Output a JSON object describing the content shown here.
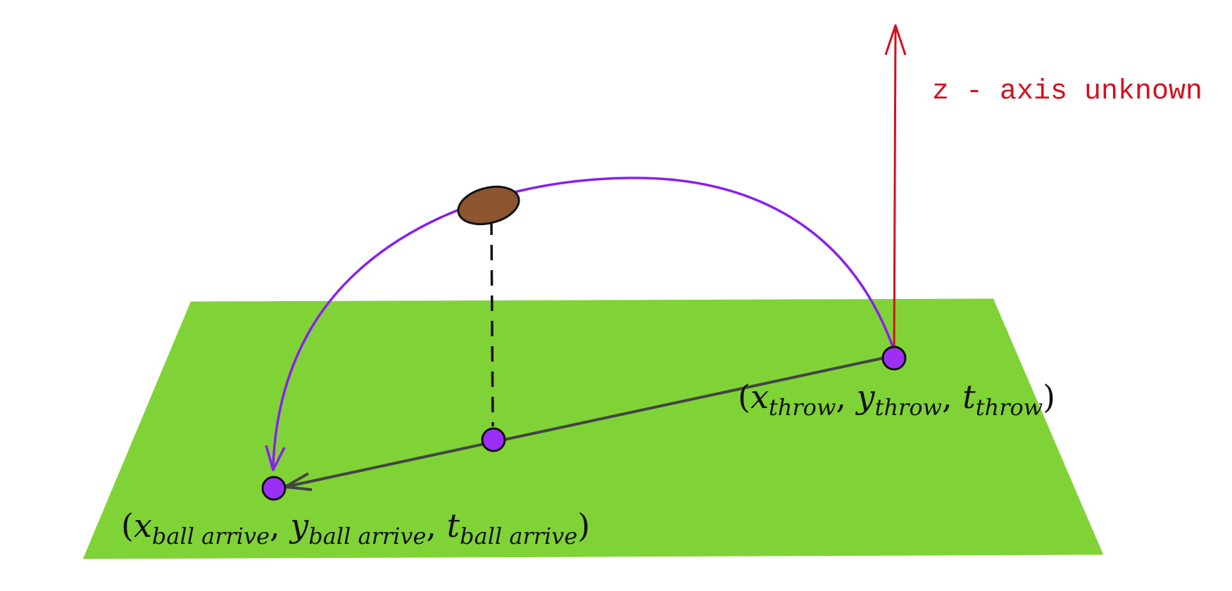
{
  "colors": {
    "field": "#80d336",
    "trajectory": "#8a1ff0",
    "ground_line": "#444444",
    "axis": "#d40f1d",
    "ball": "#8b5530",
    "point": "#9b2ff5",
    "outline": "#111111"
  },
  "z_axis": {
    "label": "z - axis unknown"
  },
  "throw_point": {
    "open": "(",
    "x": "x",
    "y": "y",
    "t": "t",
    "sub": "throw",
    "sep": ", ",
    "close": ")"
  },
  "arrive_point": {
    "open": "(",
    "x": "x",
    "y": "y",
    "t": "t",
    "sub": "ball arrive",
    "sep": ", ",
    "close": ")"
  },
  "icons": {
    "ball": "football-icon",
    "arrowhead": "arrowhead-icon"
  }
}
